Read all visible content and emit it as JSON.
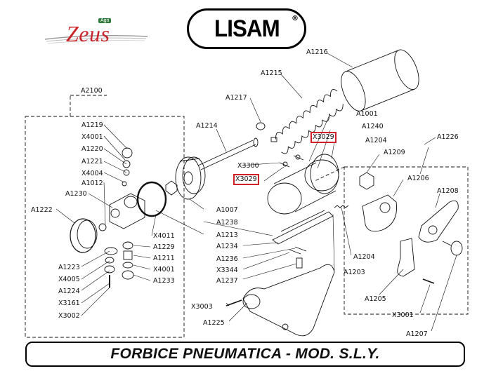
{
  "title": "FORBICE PNEUMATICA - MOD. S.L.Y.",
  "brand_left": {
    "name": "Zeus",
    "tag": "Agri"
  },
  "brand_center": {
    "name": "LISAM",
    "mark": "®"
  },
  "highlight_color": "#d0202a",
  "groups": {
    "left": "A2100"
  },
  "parts": [
    "A1219",
    "X4001",
    "A1220",
    "A1221",
    "X4004",
    "A1012",
    "A1230",
    "A1222",
    "A1223",
    "X4005",
    "A1224",
    "X3161",
    "X3002",
    "X4011",
    "A1229",
    "A1211",
    "X4001",
    "A1233",
    "A1214",
    "A1217",
    "A1215",
    "A1216",
    "X3029",
    "X3300",
    "X3029",
    "A1001",
    "A1240",
    "A1204",
    "A1209",
    "A1226",
    "A1007",
    "A1238",
    "A1213",
    "A1234",
    "A1236",
    "X3344",
    "A1237",
    "A1206",
    "A1208",
    "A1204",
    "A1203",
    "A1205",
    "X3001",
    "A1207",
    "X3003",
    "A1225"
  ],
  "highlighted_parts": [
    "X3029"
  ]
}
